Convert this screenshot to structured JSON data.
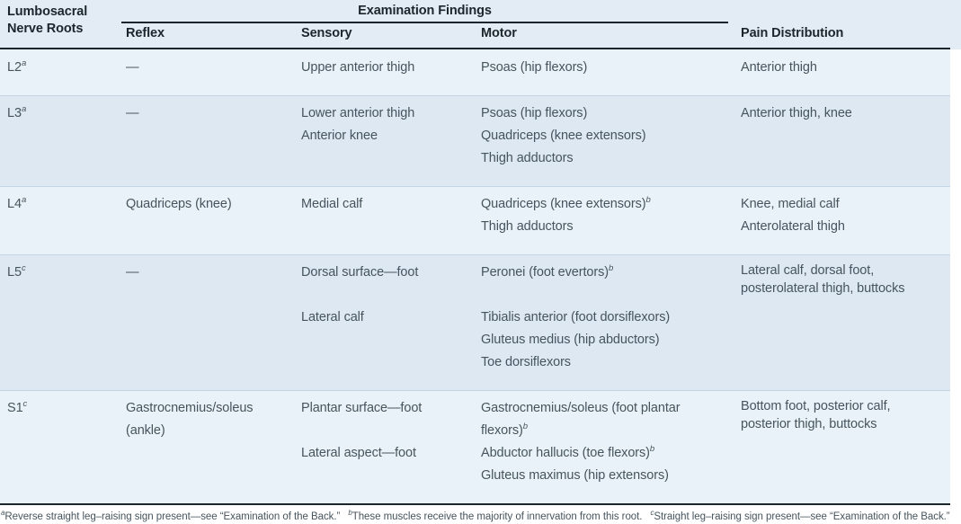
{
  "table": {
    "group_header": "Examination Findings",
    "columns": {
      "roots": "Lumbosacral\nNerve Roots",
      "reflex": "Reflex",
      "sensory": "Sensory",
      "motor": "Motor",
      "pain": "Pain Distribution"
    },
    "rows": [
      {
        "root": "L2",
        "root_note": "a",
        "reflex": [
          "—"
        ],
        "sensory": [
          "Upper anterior thigh"
        ],
        "motor": [
          {
            "text": "Psoas (hip flexors)",
            "note": ""
          }
        ],
        "pain": [
          "Anterior thigh"
        ]
      },
      {
        "root": "L3",
        "root_note": "a",
        "reflex": [
          "—"
        ],
        "sensory": [
          "Lower anterior thigh",
          "Anterior knee"
        ],
        "motor": [
          {
            "text": "Psoas (hip flexors)",
            "note": ""
          },
          {
            "text": "Quadriceps (knee extensors)",
            "note": ""
          },
          {
            "text": "Thigh adductors",
            "note": ""
          }
        ],
        "pain": [
          "Anterior thigh, knee"
        ]
      },
      {
        "root": "L4",
        "root_note": "a",
        "reflex": [
          "Quadriceps (knee)"
        ],
        "sensory": [
          "Medial calf"
        ],
        "motor": [
          {
            "text": "Quadriceps (knee extensors)",
            "note": "b"
          },
          {
            "text": "Thigh adductors",
            "note": ""
          }
        ],
        "pain": [
          "Knee, medial calf",
          "Anterolateral thigh"
        ]
      },
      {
        "root": "L5",
        "root_note": "c",
        "reflex": [
          "—"
        ],
        "sensory": [
          "Dorsal surface—foot",
          "",
          "Lateral calf"
        ],
        "motor": [
          {
            "text": "Peronei (foot evertors)",
            "note": "b"
          },
          {
            "text": "",
            "note": ""
          },
          {
            "text": "Tibialis anterior (foot dorsiflexors)",
            "note": ""
          },
          {
            "text": "Gluteus medius (hip abductors)",
            "note": ""
          },
          {
            "text": "Toe dorsiflexors",
            "note": ""
          }
        ],
        "pain": [
          "Lateral calf, dorsal foot, posterolateral thigh, buttocks"
        ]
      },
      {
        "root": "S1",
        "root_note": "c",
        "reflex": [
          "Gastrocnemius/soleus",
          "(ankle)"
        ],
        "sensory": [
          "Plantar surface—foot",
          "",
          "Lateral aspect—foot"
        ],
        "motor": [
          {
            "text": "Gastrocnemius/soleus (foot plantar",
            "note": ""
          },
          {
            "text": "flexors)",
            "note": "b"
          },
          {
            "text": "Abductor hallucis (toe flexors)",
            "note": "b"
          },
          {
            "text": "Gluteus maximus (hip extensors)",
            "note": ""
          }
        ],
        "pain": [
          "Bottom foot, posterior calf, posterior thigh, buttocks"
        ]
      }
    ],
    "footnotes": [
      {
        "marker": "a",
        "text": "Reverse straight leg–raising sign present—see “Examination of the Back.”"
      },
      {
        "marker": "b",
        "text": "These muscles receive the majority of innervation from this root."
      },
      {
        "marker": "c",
        "text": "Straight leg–raising sign present—see “Examination of the Back.”"
      }
    ]
  }
}
